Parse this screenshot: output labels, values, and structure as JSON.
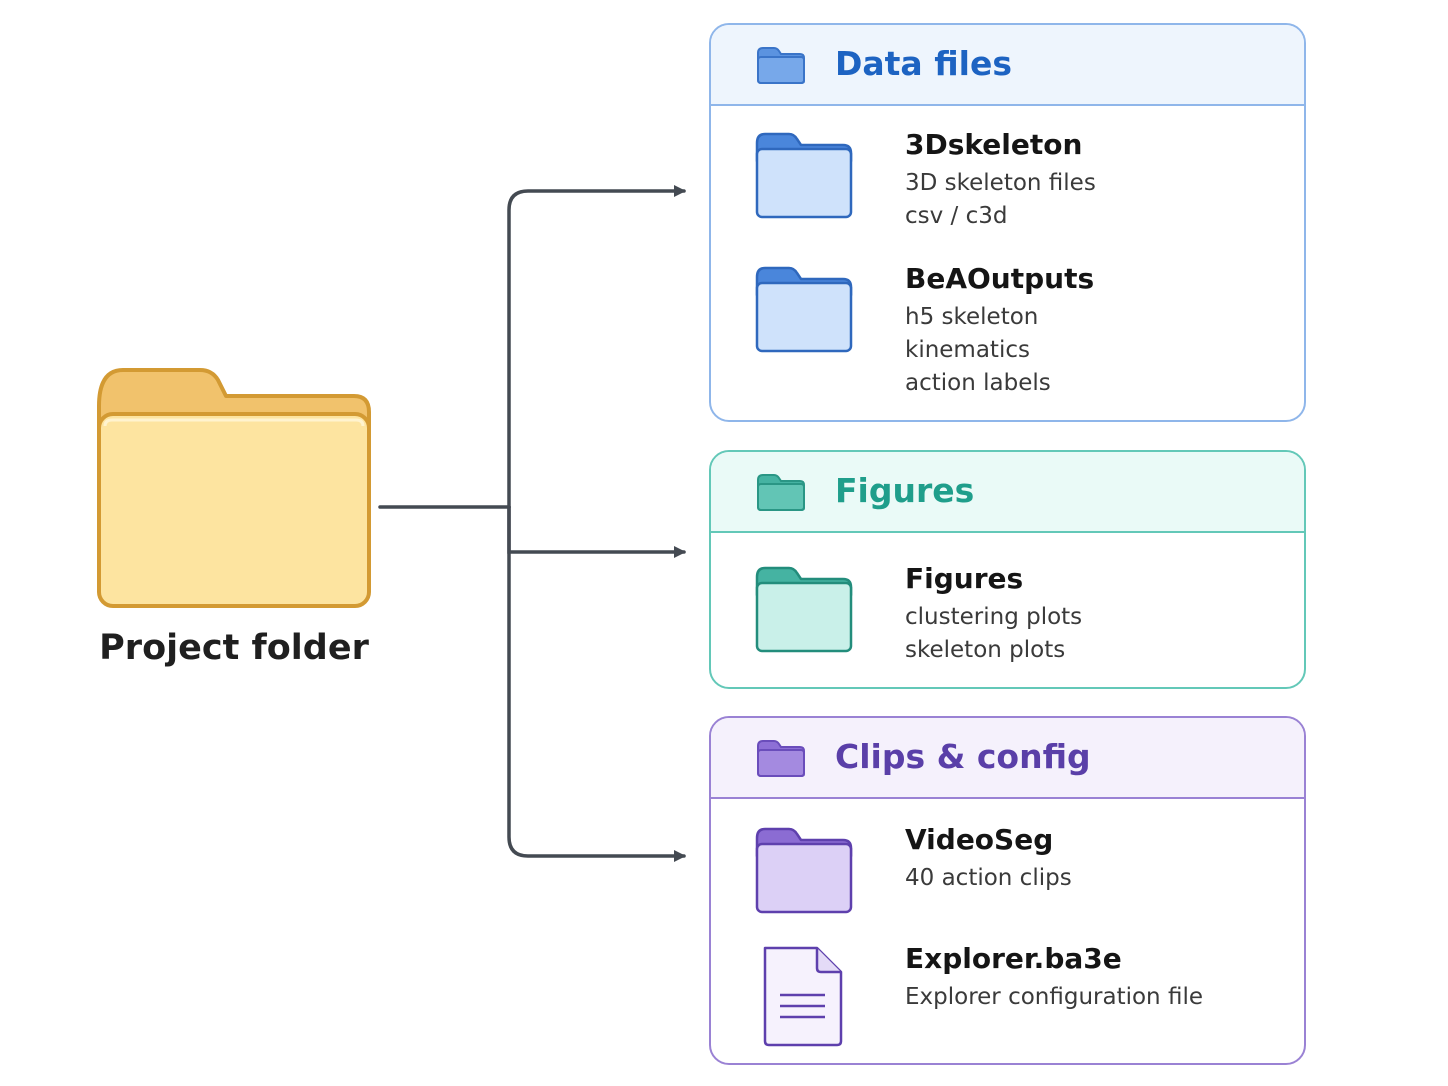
{
  "root": {
    "label": "Project folder",
    "icon": "folder-icon",
    "color": "#f5c96a"
  },
  "groups": [
    {
      "title": "Data files",
      "icon": "folder-icon",
      "accent": "#1d63c2",
      "items": [
        {
          "name": "3Dskeleton",
          "icon": "folder-icon",
          "lines": [
            "3D skeleton files",
            "csv / c3d"
          ]
        },
        {
          "name": "BeAOutputs",
          "icon": "folder-icon",
          "lines": [
            "h5 skeleton",
            "kinematics",
            "action labels"
          ]
        }
      ]
    },
    {
      "title": "Figures",
      "icon": "folder-icon",
      "accent": "#1f9e8b",
      "items": [
        {
          "name": "Figures",
          "icon": "folder-icon",
          "lines": [
            "clustering plots",
            "skeleton plots"
          ]
        }
      ]
    },
    {
      "title": "Clips & config",
      "icon": "folder-icon",
      "accent": "#5a3fa8",
      "items": [
        {
          "name": "VideoSeg",
          "icon": "folder-icon",
          "lines": [
            "40 action clips"
          ]
        },
        {
          "name": "Explorer.ba3e",
          "icon": "document-icon",
          "lines": [
            "Explorer configuration file"
          ]
        }
      ]
    }
  ]
}
